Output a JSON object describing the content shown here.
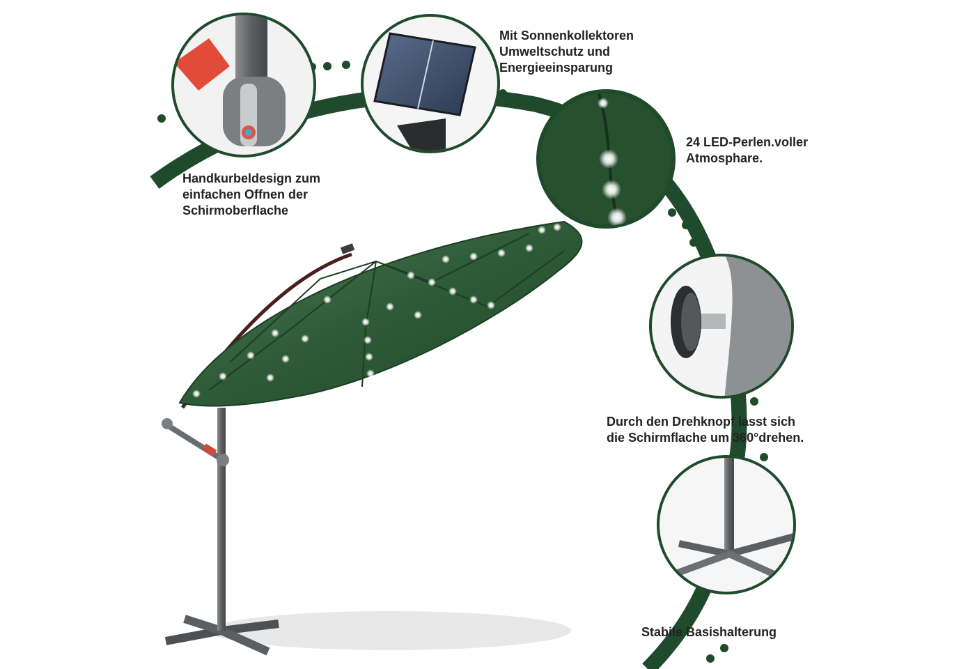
{
  "colors": {
    "accent_green": "#1f4a2c",
    "canopy_green": "#2e5a37",
    "canopy_light": "#4f7f55",
    "pole_gray": "#6a6d70",
    "led_white": "#ffffff",
    "text": "#222222"
  },
  "features": [
    {
      "id": "handkurbel",
      "lines": [
        "Handkurbeldesign zum",
        "einfachen Offnen der",
        "Schirmoberflache"
      ],
      "icon": "hand-crank-icon"
    },
    {
      "id": "solar",
      "lines": [
        "Mit Sonnenkollektoren",
        "Umweltschutz und",
        "Energieeinsparung"
      ],
      "icon": "solar-panel-icon"
    },
    {
      "id": "led",
      "lines": [
        "24 LED-Perlen.voller",
        "Atmosphare."
      ],
      "icon": "led-lights-icon"
    },
    {
      "id": "drehknopf",
      "lines": [
        "Durch den Drehknopf lasst sich",
        "die Schirmflache um 360°drehen."
      ],
      "icon": "rotation-knob-icon"
    },
    {
      "id": "basis",
      "lines": [
        "Stabile Basishalterung"
      ],
      "icon": "cross-base-icon"
    }
  ]
}
